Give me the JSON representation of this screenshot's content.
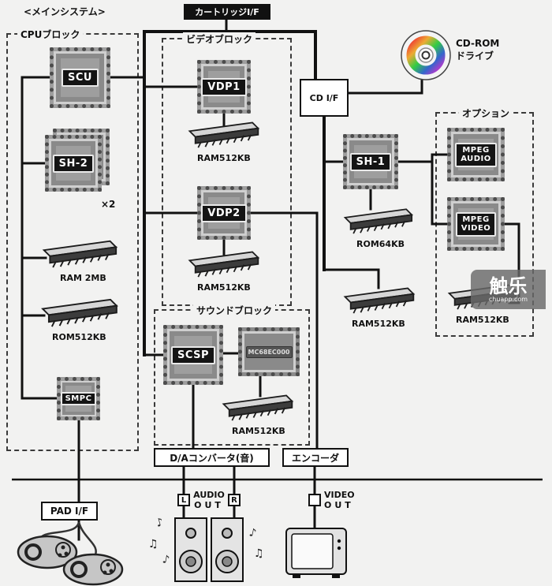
{
  "page": {
    "title": "<メインシステム>"
  },
  "watermark": {
    "logo": "触乐",
    "site": "chuapp.com"
  },
  "interfaces": {
    "cartridge": "カートリッジI/F",
    "cd": "CD I/F",
    "dac": "D/Aコンバータ(音)",
    "encoder": "エンコーダ",
    "pad": "PAD I/F"
  },
  "blocks": {
    "cpu": "CPUブロック",
    "video": "ビデオブロック",
    "sound": "サウンドブロック",
    "option": "オプション"
  },
  "chips": {
    "scu": "SCU",
    "sh2": "SH-2",
    "sh2_count": "×2",
    "smpc": "SMPC",
    "vdp1": "VDP1",
    "vdp2": "VDP2",
    "scsp": "SCSP",
    "m68k": "MC68EC000",
    "sh1": "SH-1",
    "mpeg_audio_1": "MPEG",
    "mpeg_audio_2": "AUDIO",
    "mpeg_video_1": "MPEG",
    "mpeg_video_2": "VIDEO"
  },
  "memory": {
    "cpu_ram": "RAM 2MB",
    "cpu_rom": "ROM512KB",
    "vdp1_ram": "RAM512KB",
    "vdp2_ram": "RAM512KB",
    "sound_ram": "RAM512KB",
    "cd_rom": "ROM64KB",
    "cd_ram": "RAM512KB",
    "option_ram": "RAM512KB"
  },
  "cdrom": {
    "name": "CD-ROM",
    "device": "ドライブ"
  },
  "outputs": {
    "audio_word": "AUDIO",
    "audio_out": "OUT",
    "left": "L",
    "right": "R",
    "video_word": "VIDEO",
    "video_out": "OUT"
  }
}
